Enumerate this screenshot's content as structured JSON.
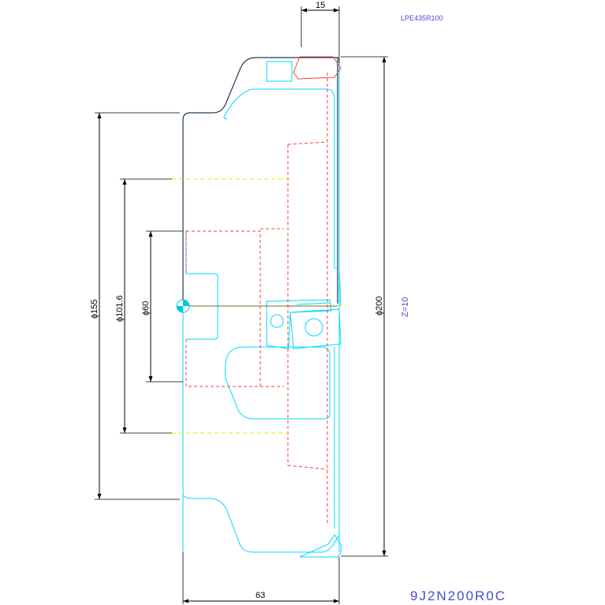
{
  "part_code": "LPE435R100",
  "tooth_count": "Z=10",
  "drawing_number": "9J2N200R0C",
  "dimensions": {
    "width_top": "15",
    "dia_155": "ϕ155",
    "dia_101_6": "ϕ101.6",
    "dia_60": "ϕ60",
    "dia_200": "ϕ200",
    "width_bottom": "63"
  },
  "colors": {
    "outline": "#1f3a5a",
    "body": "#00d8ff",
    "hidden": "#ff3b3b",
    "center": "#e8e800",
    "annotation": "#4a4ad8"
  }
}
